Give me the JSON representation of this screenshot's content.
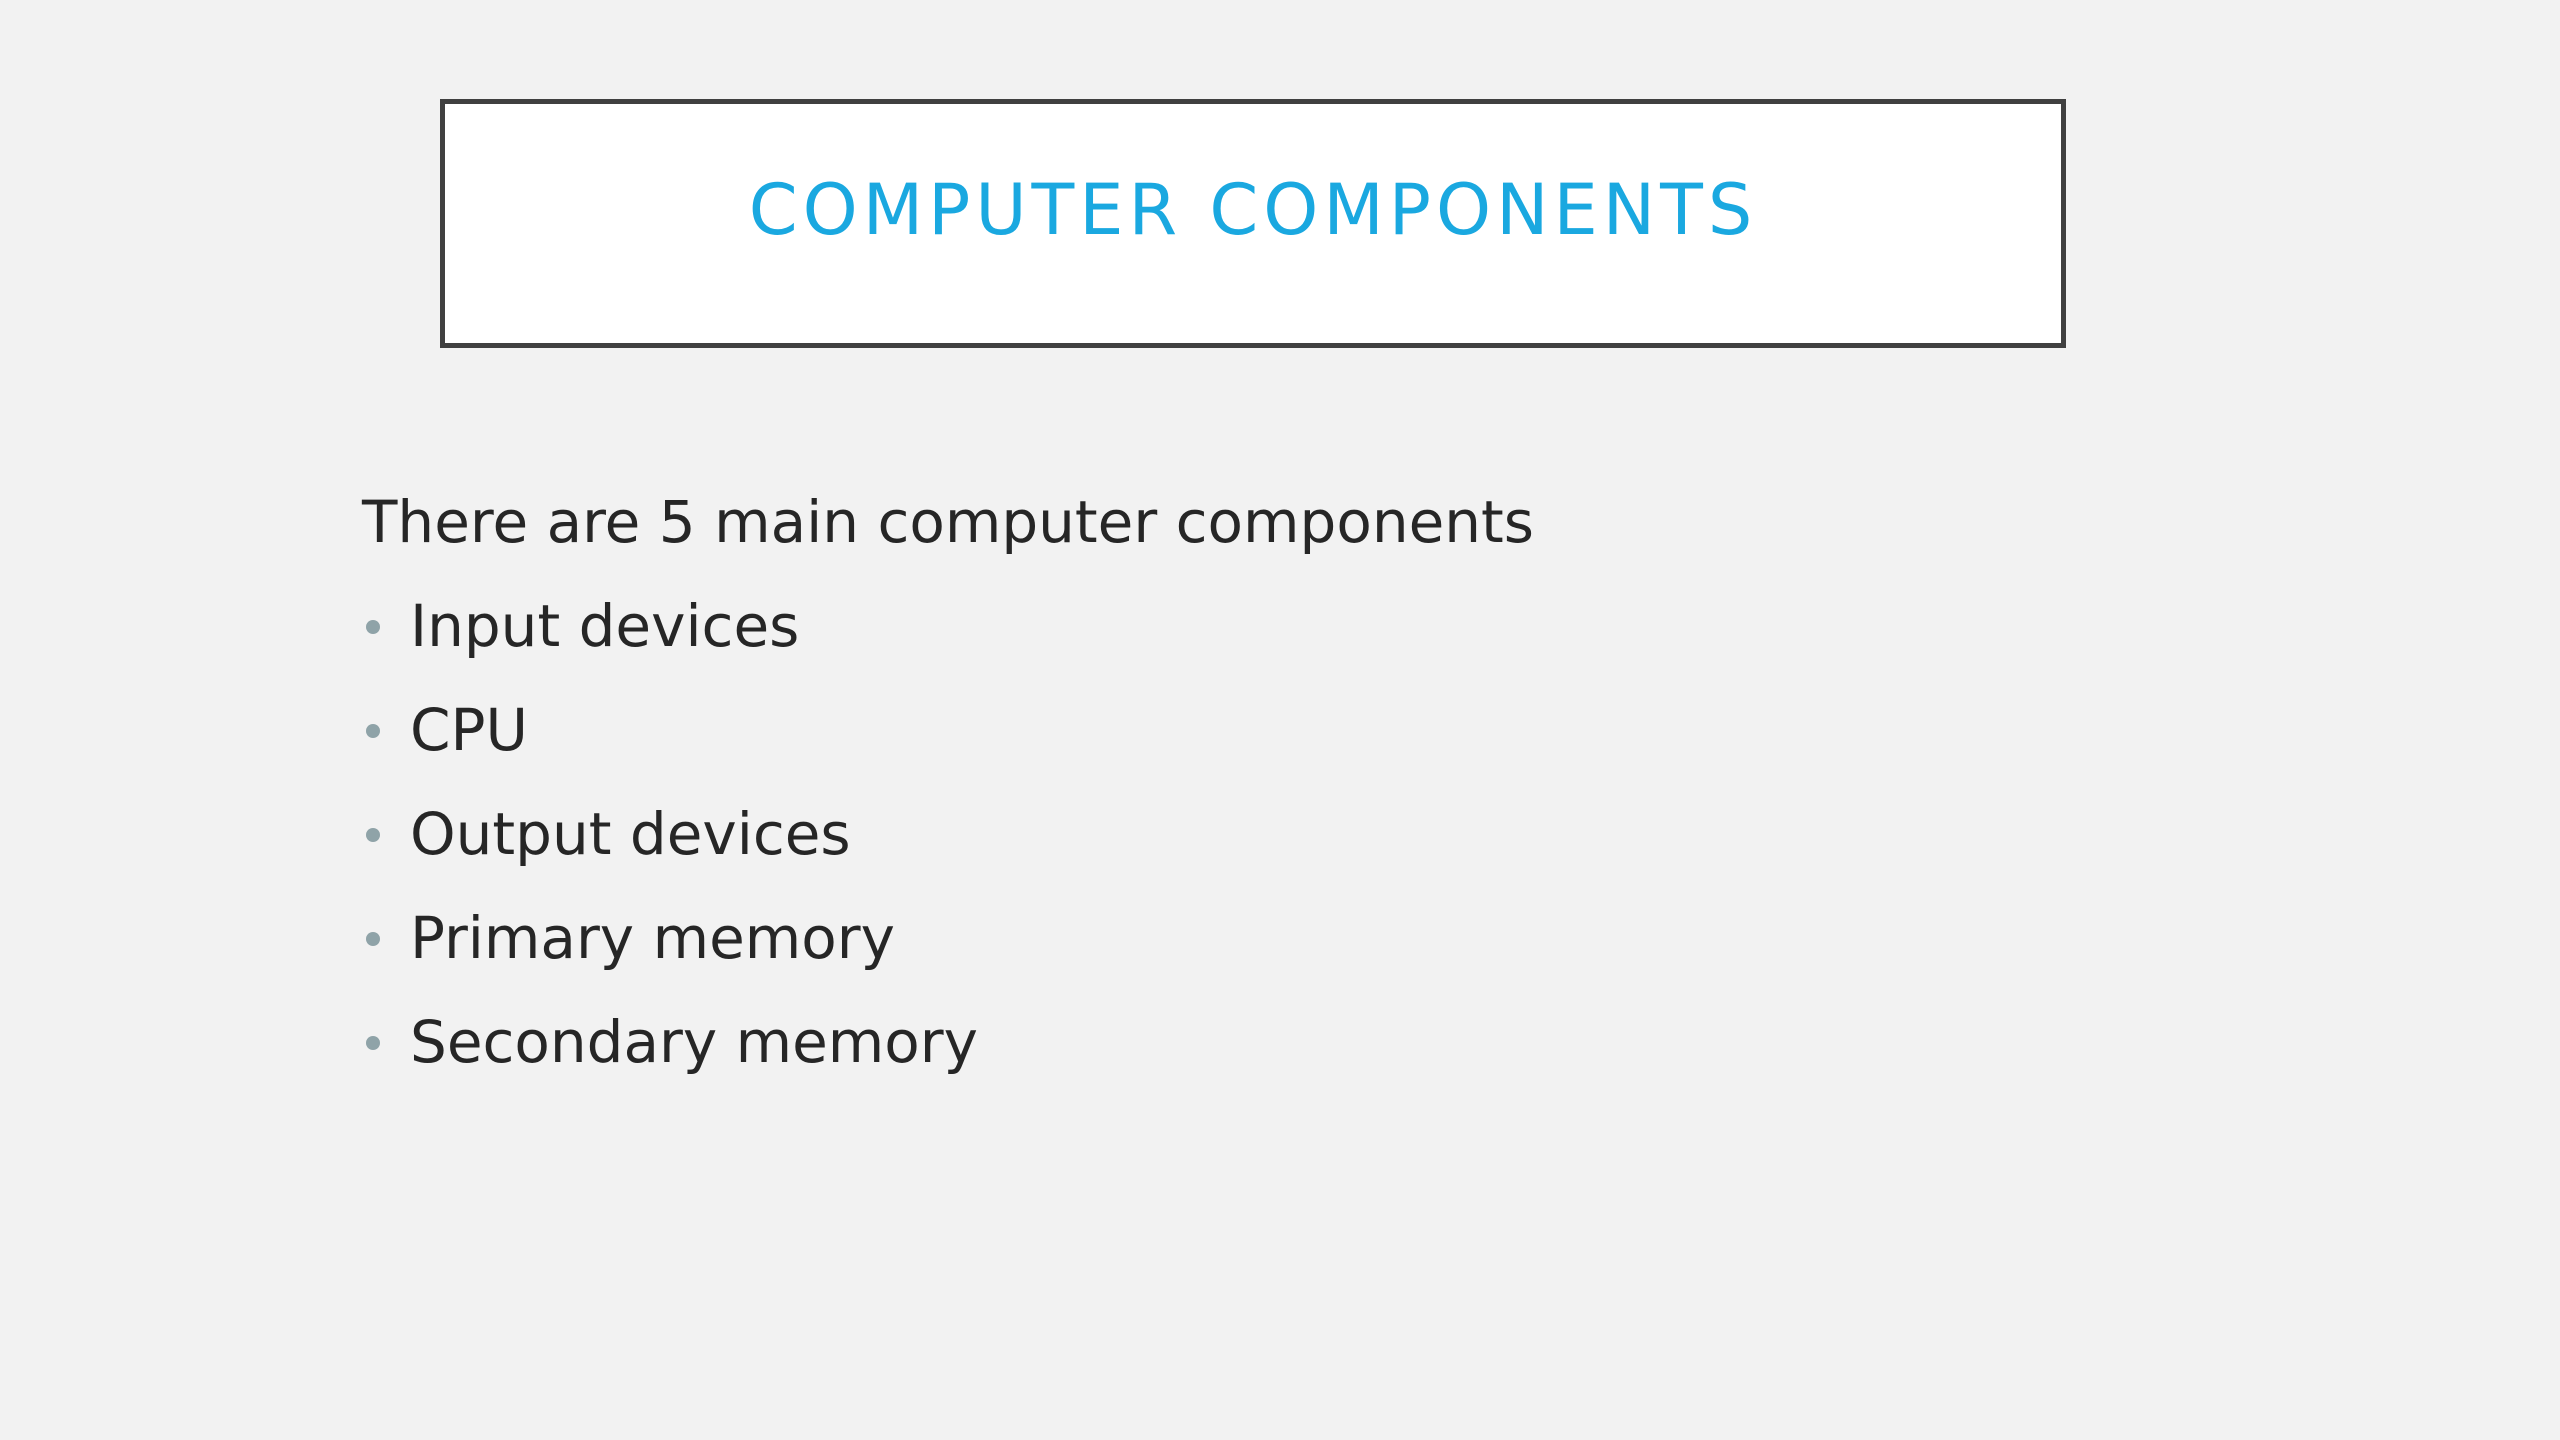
{
  "slide": {
    "title": "Computer Components",
    "intro": "There are 5 main computer components",
    "items": [
      {
        "label": "Input devices"
      },
      {
        "label": "CPU"
      },
      {
        "label": "Output devices"
      },
      {
        "label": "Primary memory"
      },
      {
        "label": "Secondary memory"
      }
    ],
    "colors": {
      "title": "#1aa8e0",
      "text": "#262626",
      "bullet": "#8fa3a8",
      "background": "#f2f2f2",
      "title_border": "#404040"
    },
    "icons": {
      "bullet": "bullet-dot-icon"
    }
  }
}
